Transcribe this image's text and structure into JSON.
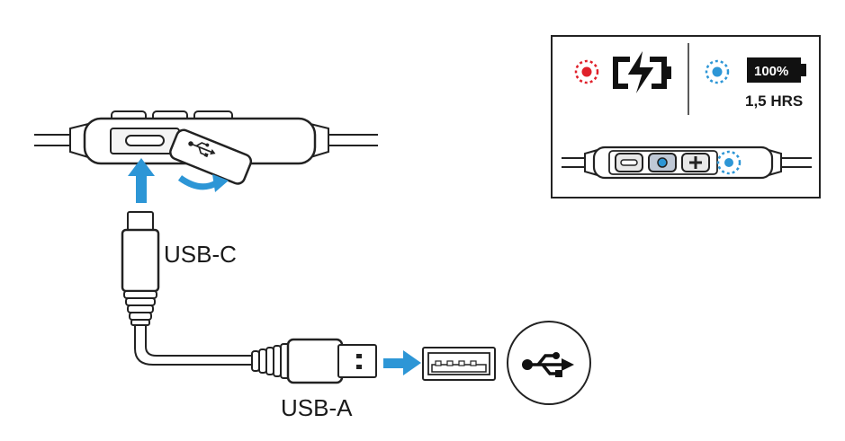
{
  "labels": {
    "usb_c": "USB-C",
    "usb_a": "USB-A"
  },
  "status_panel": {
    "battery_percent": "100%",
    "playtime": "1,5 HRS"
  },
  "colors": {
    "arrow_blue": "#2d96d6",
    "led_red": "#e0202a",
    "led_blue": "#2d96d6",
    "outline": "#222222"
  },
  "icons": [
    "usb-symbol-icon",
    "charging-icon",
    "battery-full-icon",
    "minus-icon",
    "plus-icon"
  ]
}
